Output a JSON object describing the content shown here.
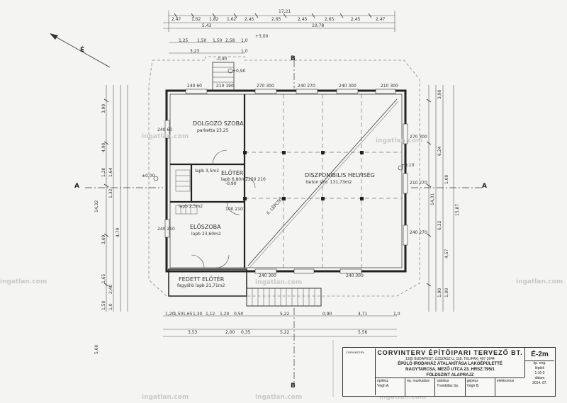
{
  "plan": {
    "dims_top_row1": [
      "17,21"
    ],
    "dims_top_row2": [
      "2,47",
      "1,62",
      "1,82",
      "1,62",
      "2,45",
      "2,65",
      "2,45",
      "2,65",
      "2,45",
      "2,47"
    ],
    "dims_top_row3_left": "5,43",
    "dims_top_row3_right": "10,78",
    "dims_top_small": [
      "1,25",
      "1,50",
      "1,50",
      "2,58",
      "3,23",
      "1,0",
      "1,0"
    ],
    "elev_top": "+3,00",
    "elev_top2": "+0,90",
    "elev_top3": "-0,90",
    "dims_left_outer": [
      "3,90",
      "4,90",
      "1,20",
      "1,64",
      "1,32",
      "4,79",
      "3,69",
      "1,65",
      "2,40",
      "1,50",
      "1,0"
    ],
    "dims_left_total": "14,32",
    "dims_right_outer": [
      "3,90",
      "6,24",
      "1,00",
      "6,32",
      "4,57",
      "1,90",
      "1,00"
    ],
    "dims_right_total1": "14,31",
    "dims_right_total2": "15,87",
    "dims_bottom_row1": [
      "3,53",
      "2,00",
      "0,35",
      "5,22",
      "5,56"
    ],
    "dims_bottom_small": [
      "1,20",
      "1,50",
      "1,65",
      "1,30",
      "1,12",
      "1,20",
      "0,50",
      "5,22",
      "0,90",
      "4,71",
      "1,0"
    ],
    "dims_left_side": "5,60",
    "rooms": {
      "r1_name": "DOLGOZÓ SZOBA",
      "r1_area": "parketta 23,25",
      "r2_name": "ELŐTÉR",
      "r2_area": "lapb 6,80m2",
      "r3_name": "ELŐSZOBA",
      "r3_area": "lapb 23,60m2",
      "r4_name": "FEDETT ELŐTÉR",
      "r4_area": "fagyálló lapb 21,71m2",
      "r5_name": "DISZPONIBILIS HELYISÉG",
      "r5_area": "beton sim. 131,73m2",
      "small_room1": "lapb 3,5m2",
      "small_room2": "lapb 2,5m2",
      "ramp": "II. LÉPCSŐ"
    },
    "openings": [
      "240 60",
      "210 190",
      "240 60",
      "270 300",
      "240 270",
      "240 300",
      "210 300",
      "270 300",
      "240 210",
      "250 210",
      "210 270",
      "100 210",
      "240 270",
      "240 300",
      "240 300"
    ],
    "section_a": "A",
    "section_b": "B",
    "north": "É",
    "elev_left": "±0,00",
    "elev_right": "+0,10",
    "elev_mid": "-0,90"
  },
  "watermarks": [
    "ingatlan.com",
    "ingatlan.com",
    "ingatlan.com",
    "ingatlan.com",
    "ingatlan.com",
    "ingatlan.com",
    "ingatlan.com",
    "ingatlan.com"
  ],
  "title_block": {
    "logo": "CORVINTERV",
    "firm": "CORVINTERV ÉPÍTŐIPARI TERVEZŐ BT.",
    "address": "1165 BUDAPEST, ÚJSZÁSZ U. 118.",
    "phone": "TEL/FAX: 407 2644",
    "project1": "ÉPÜLŐ IRODAHÁZ ÁTALAKÍTÁSA LAKÓÉPÜLETTÉ",
    "project2": "NAGYTARCSA, MEZŐ UTCA 23. HRSZ:795/1",
    "sheet": "FÖLDSZINT ALAPRAJZ",
    "code": "É-2m",
    "ep_eng": "ép. eng.",
    "scale_label": "lépték",
    "scale": "1:10 0",
    "date_label": "dátum",
    "date": "2014. 07.",
    "cells": [
      {
        "h": "építész",
        "v": "Végh A."
      },
      {
        "h": "ép. munkatárs",
        "v": ""
      },
      {
        "h": "statikus",
        "v": "Trombitás Gy."
      },
      {
        "h": "gépész",
        "v": "Végh B."
      },
      {
        "h": "elektromos",
        "v": ""
      }
    ]
  }
}
